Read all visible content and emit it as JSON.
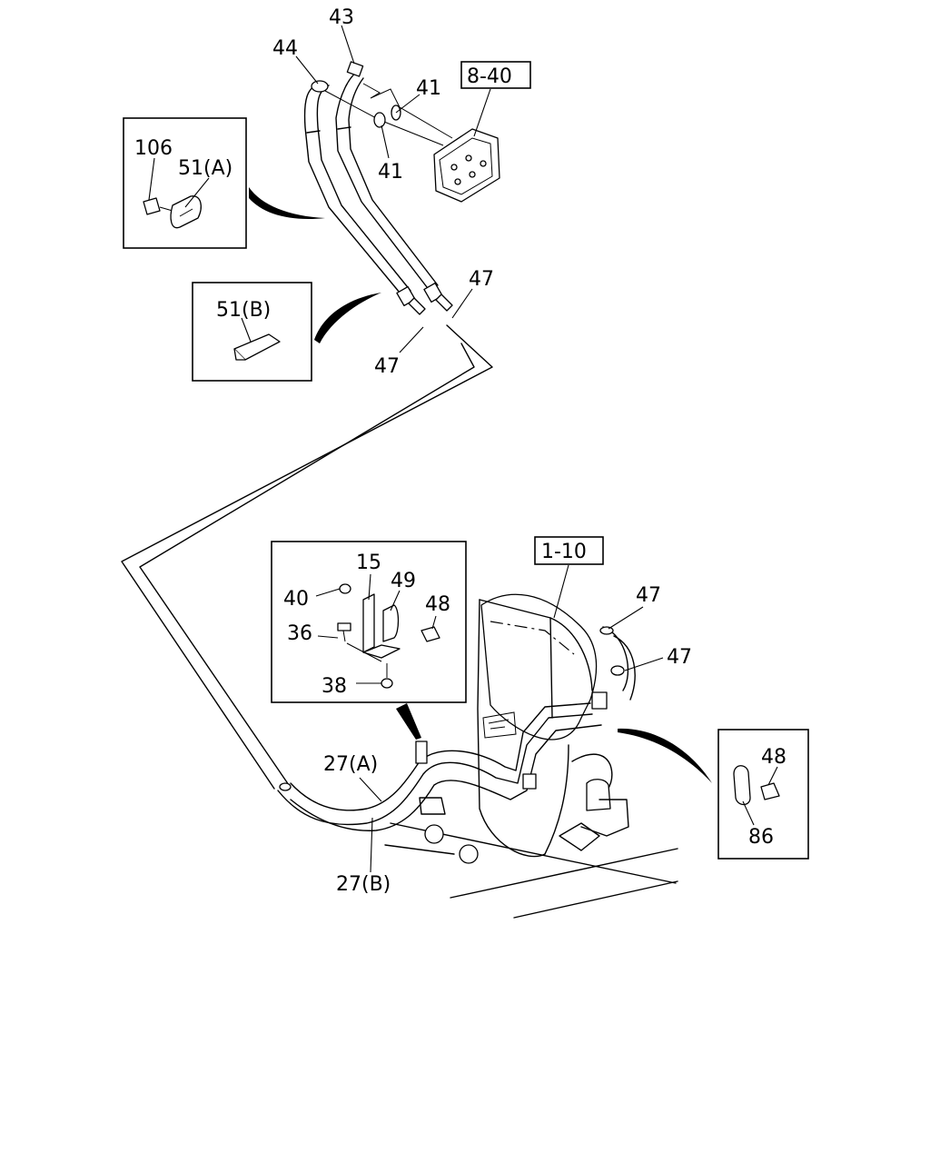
{
  "callouts": {
    "c43": "43",
    "c44": "44",
    "c41a": "41",
    "c41b": "41",
    "ref840": "8-40",
    "c106": "106",
    "c51a": "51(A)",
    "c51b": "51(B)",
    "c47a": "47",
    "c47b": "47",
    "c15": "15",
    "c40": "40",
    "c49": "49",
    "c48a": "48",
    "c36": "36",
    "c38": "38",
    "ref110": "1-10",
    "c47c": "47",
    "c47d": "47",
    "c48b": "48",
    "c86": "86",
    "c27a": "27(A)",
    "c27b": "27(B)"
  }
}
